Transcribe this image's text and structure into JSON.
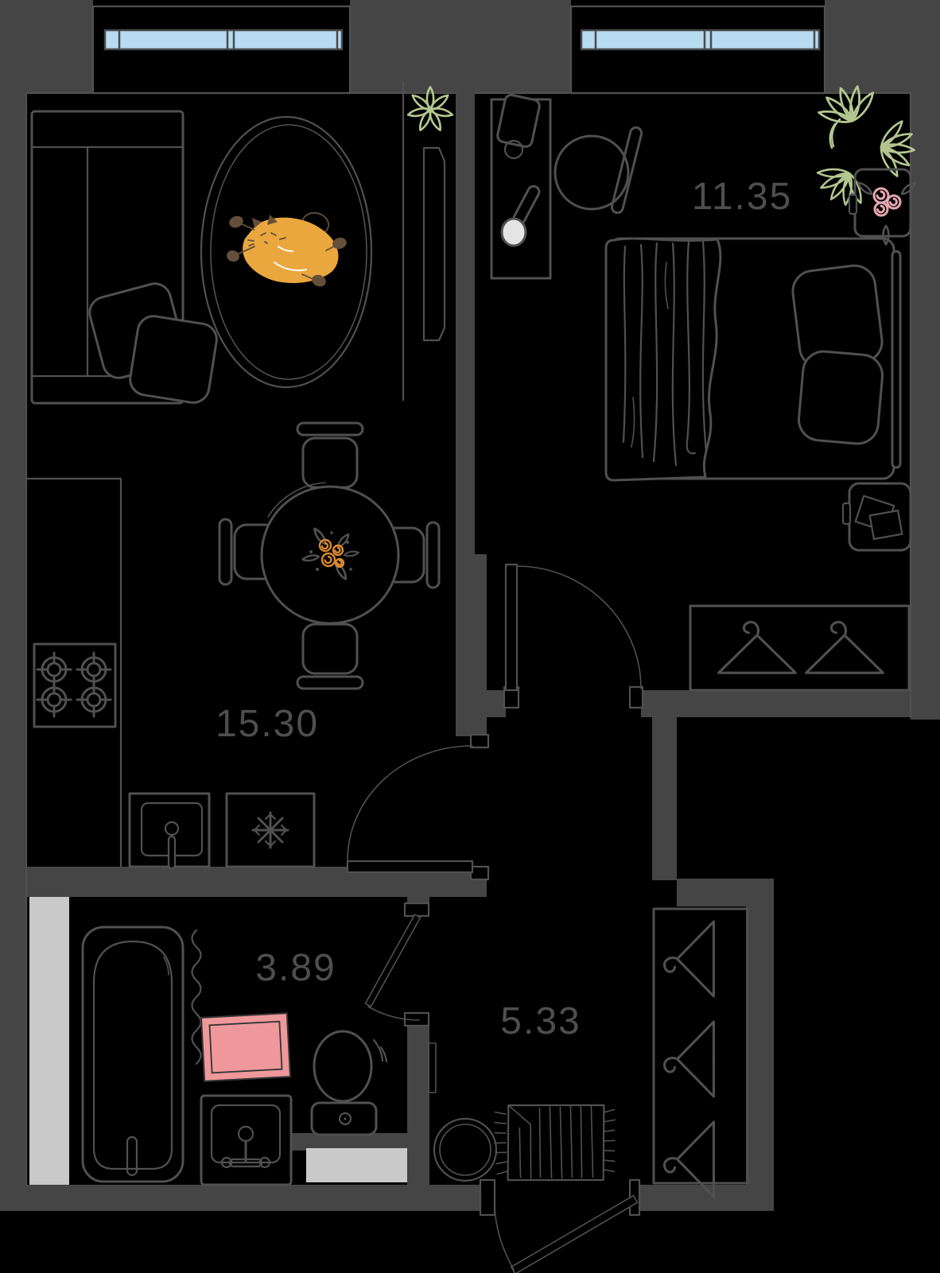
{
  "page": {
    "type": "apartment-floor-plan"
  },
  "rooms": {
    "living_kitchen": {
      "area": "15.30"
    },
    "bedroom": {
      "area": "11.35"
    },
    "bathroom": {
      "area": "3.89"
    },
    "hallway": {
      "area": "5.33"
    }
  },
  "colors": {
    "bg": "#000000",
    "outside": "#454545",
    "wall": "#454545",
    "line": "#505050",
    "label": "#4e4e4e",
    "glass": "#b7dbf0",
    "glass-frame": "#4a4a4a",
    "plant": "#b3c78e",
    "flower-orange": "#d98b2e",
    "flower-pink": "#e7a7b0",
    "rug-pink": "#ee989b",
    "cat": "#e9a73e",
    "cat-paw": "#64503a",
    "lamp": "#e4e4e4",
    "light-gray": "#c9c9c9"
  },
  "icons": {
    "fridge": "snowflake-icon",
    "bedroom_wardrobe": "hanger-icon",
    "hall_closet": "hanger-icon",
    "living_plant": "plant-icon",
    "bedroom_plant": "plant-icon",
    "dining_table_decor": "flower-bouquet-icon",
    "nightstand_decor": "rose-icon",
    "living_rug_decor": "cat-icon",
    "stove": "burner-icon",
    "doors": "door-swing-icon"
  }
}
